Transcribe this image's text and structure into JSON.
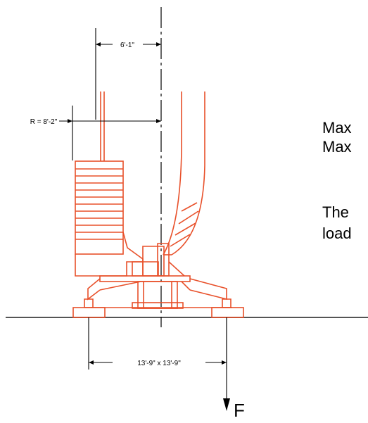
{
  "dimensions": {
    "offset_label": "6'-1\"",
    "radius_label": "R = 8'-2\"",
    "footprint_label": "13'-9\" x 13'-9\""
  },
  "force_label": "F",
  "side_text": {
    "line1": "Max",
    "line2": "Max",
    "line3": "The",
    "line4": "load"
  },
  "colors": {
    "crane": "#e8502a",
    "dimension": "#000000",
    "ground": "#555555"
  }
}
